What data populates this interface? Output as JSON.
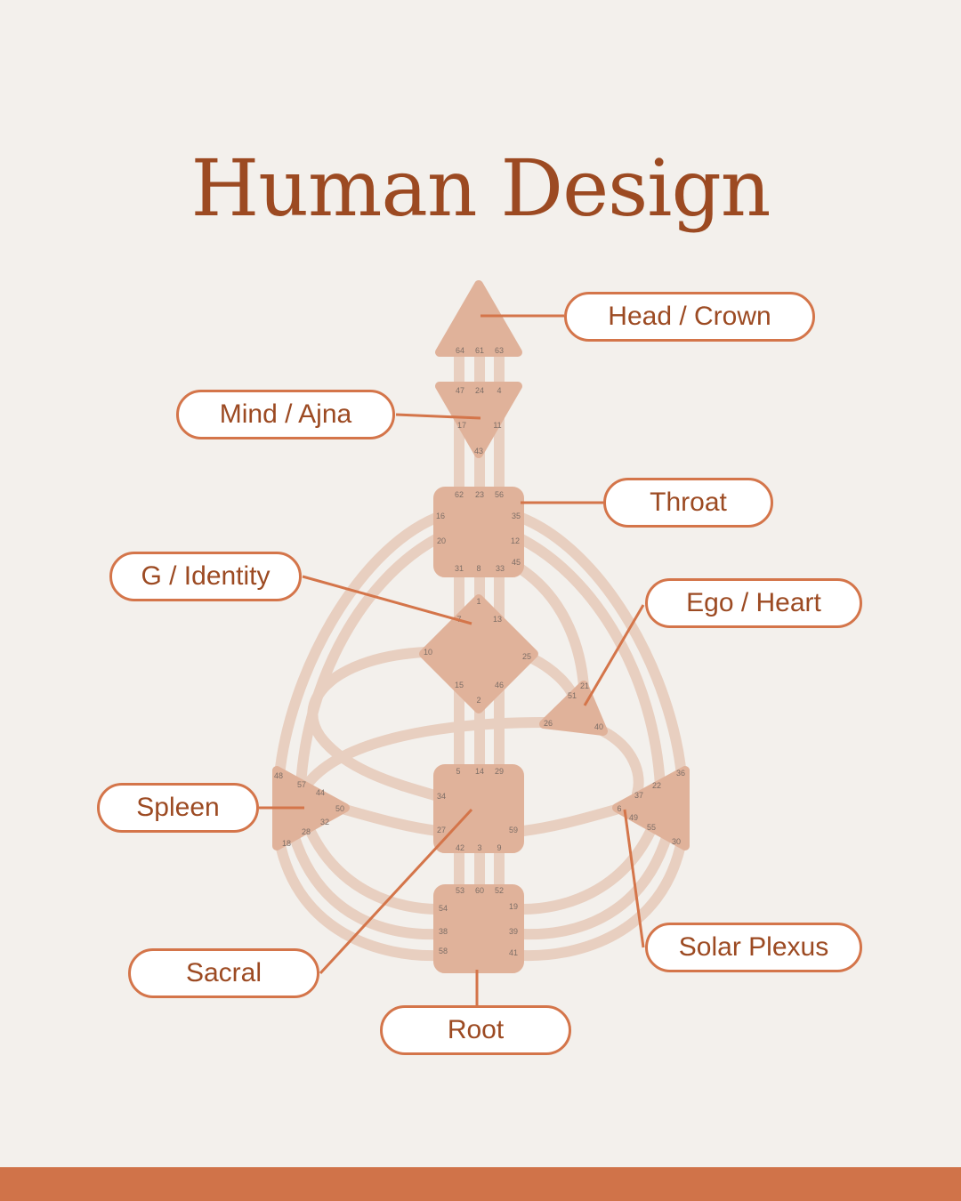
{
  "title": "Human Design",
  "labels": {
    "head": "Head / Crown",
    "ajna": "Mind / Ajna",
    "throat": "Throat",
    "g": "G / Identity",
    "ego": "Ego / Heart",
    "spleen": "Spleen",
    "sacral": "Sacral",
    "solar": "Solar Plexus",
    "root": "Root"
  },
  "gates": {
    "head": [
      "64",
      "61",
      "63"
    ],
    "ajna": [
      "47",
      "24",
      "4",
      "17",
      "11",
      "43"
    ],
    "throat": [
      "62",
      "23",
      "56",
      "16",
      "35",
      "20",
      "12",
      "45",
      "31",
      "8",
      "33"
    ],
    "g": [
      "1",
      "7",
      "13",
      "10",
      "25",
      "15",
      "46",
      "2"
    ],
    "ego": [
      "21",
      "51",
      "26",
      "40"
    ],
    "spleen": [
      "48",
      "57",
      "44",
      "50",
      "32",
      "28",
      "18"
    ],
    "sacral": [
      "5",
      "14",
      "29",
      "34",
      "27",
      "59",
      "42",
      "3",
      "9"
    ],
    "solar": [
      "36",
      "22",
      "37",
      "6",
      "49",
      "55",
      "30"
    ],
    "root": [
      "53",
      "60",
      "52",
      "54",
      "19",
      "38",
      "39",
      "58",
      "41"
    ]
  },
  "colors": {
    "background": "#f3f0ec",
    "accent": "#d07349",
    "title": "#9c4a22",
    "center": "#e0b29a",
    "channel": "#e8cfc0"
  }
}
